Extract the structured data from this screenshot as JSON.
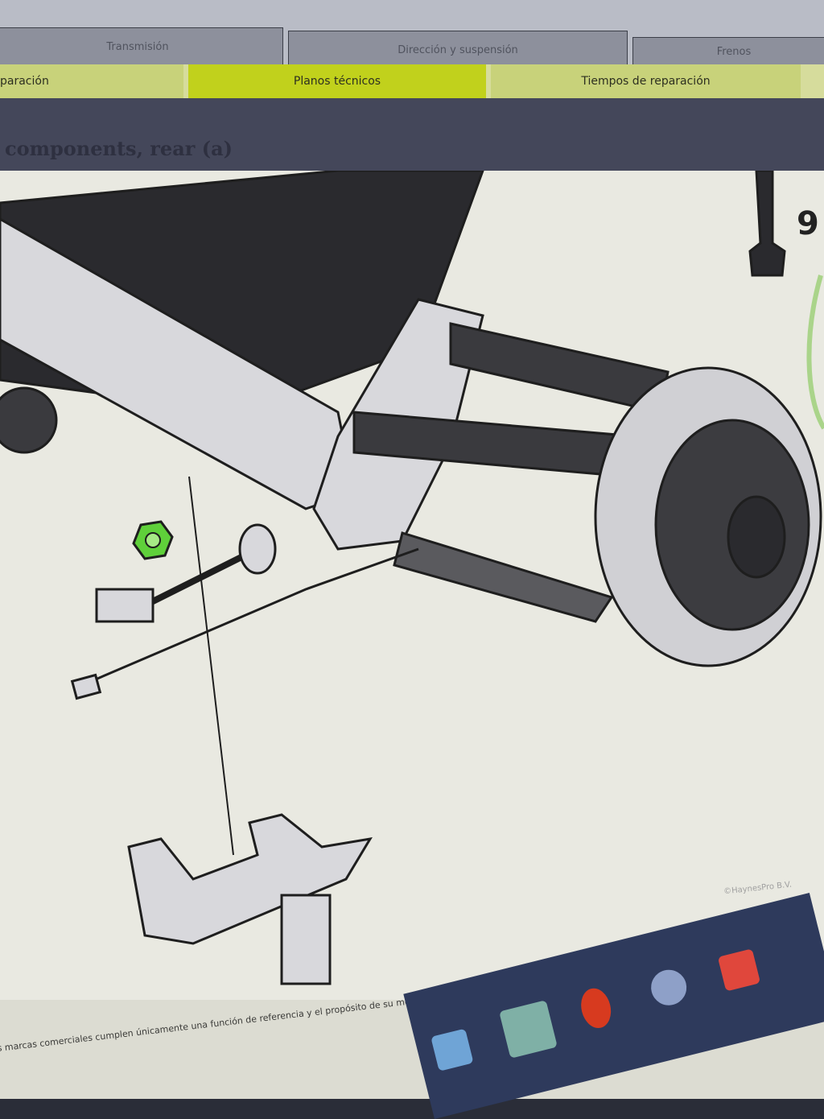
{
  "top_tabs": [
    {
      "label": "Transmisión"
    },
    {
      "label": "Dirección y suspensión"
    },
    {
      "label": "Frenos"
    }
  ],
  "sub_tabs": [
    {
      "label": "paración"
    },
    {
      "label": "Planos técnicos",
      "active": true
    },
    {
      "label": "Tiempos de reparación"
    }
  ],
  "diagram": {
    "title": "components, rear (a)",
    "part_label": "9",
    "watermark": "©HaynesPro B.V."
  },
  "footer": {
    "disclaimer": "s marcas comerciales cumplen únicamente una función de referencia y el propósito de su mención no será relacionar a HaynesPro B.V. con estas empresas. Todas las marcas"
  },
  "taskbar": {
    "icons": [
      "virtualbox-icon",
      "windows-xp-icon",
      "app-circle-icon",
      "globe-app-icon",
      "anydesk-icon"
    ]
  },
  "colors": {
    "active_subtab": "#c1d11c",
    "subtab": "#c8d27a",
    "highlight_nut": "#5fd03a"
  }
}
